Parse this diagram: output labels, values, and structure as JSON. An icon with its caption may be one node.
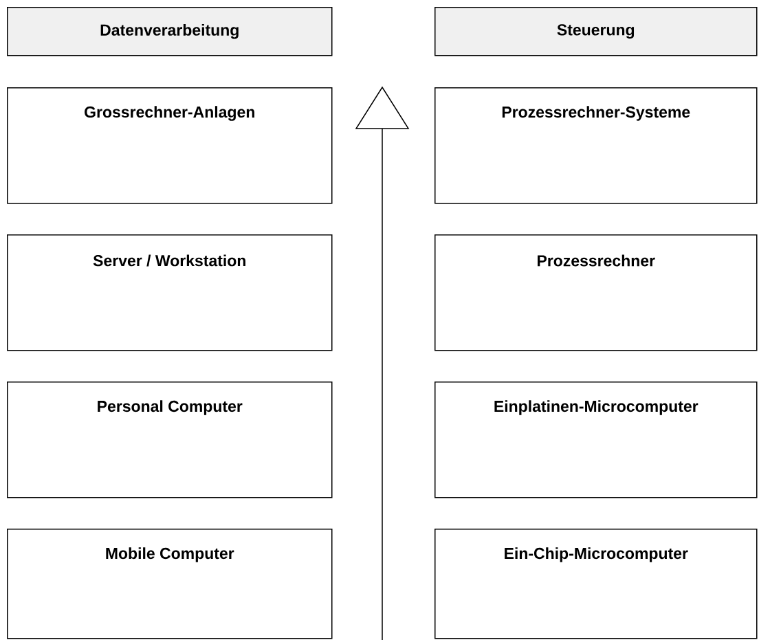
{
  "diagram": {
    "nodes": [
      {
        "text": [
          "Datenverarbeitung"
        ]
      },
      {
        "text": [
          "Steuerung"
        ]
      },
      {
        "text": [
          "Grossrechner-Anlagen"
        ]
      },
      {
        "text": [
          "Prozessrechner-Systeme"
        ]
      },
      {
        "text": [
          "Server / Workstation"
        ]
      },
      {
        "text": [
          "Prozessrechner"
        ]
      },
      {
        "text": [
          "Personal Computer"
        ]
      },
      {
        "text": [
          "Einplatinen-Microcomputer"
        ]
      },
      {
        "text": [
          "Mobile Computer"
        ]
      },
      {
        "text": [
          "Ein-Chip-Microcomputer"
        ]
      }
    ],
    "edges": []
  }
}
